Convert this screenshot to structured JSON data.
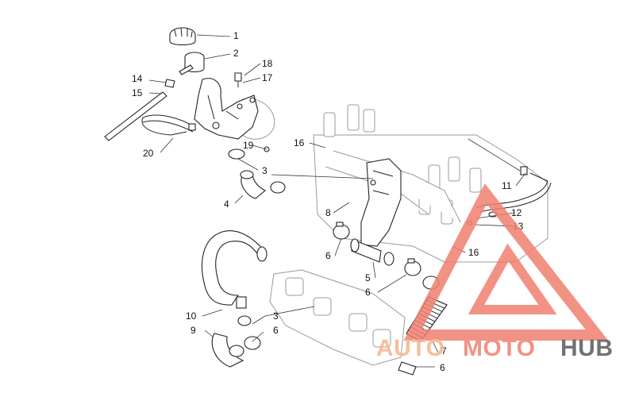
{
  "diagram": {
    "callouts": [
      {
        "id": "c1",
        "label": "1"
      },
      {
        "id": "c2",
        "label": "2"
      },
      {
        "id": "c18",
        "label": "18"
      },
      {
        "id": "c17",
        "label": "17"
      },
      {
        "id": "c14",
        "label": "14"
      },
      {
        "id": "c15",
        "label": "15"
      },
      {
        "id": "c20",
        "label": "20"
      },
      {
        "id": "c19",
        "label": "19"
      },
      {
        "id": "c16a",
        "label": "16"
      },
      {
        "id": "c3a",
        "label": "3"
      },
      {
        "id": "c4",
        "label": "4"
      },
      {
        "id": "c8",
        "label": "8"
      },
      {
        "id": "c11",
        "label": "11"
      },
      {
        "id": "c12",
        "label": "12"
      },
      {
        "id": "c13",
        "label": "13"
      },
      {
        "id": "c16b",
        "label": "16"
      },
      {
        "id": "c6a",
        "label": "6"
      },
      {
        "id": "c5",
        "label": "5"
      },
      {
        "id": "c6b",
        "label": "6"
      },
      {
        "id": "c10",
        "label": "10"
      },
      {
        "id": "c3b",
        "label": "3"
      },
      {
        "id": "c9",
        "label": "9"
      },
      {
        "id": "c6c",
        "label": "6"
      },
      {
        "id": "c7",
        "label": "7"
      },
      {
        "id": "c6d",
        "label": "6"
      }
    ]
  },
  "watermark": {
    "part1": "AUTO",
    "part2": "MOTO",
    "part3": "HUB",
    "color_primary": "#f08070",
    "color_secondary": "#f5b58a",
    "color_dark": "#5a5a5a"
  }
}
